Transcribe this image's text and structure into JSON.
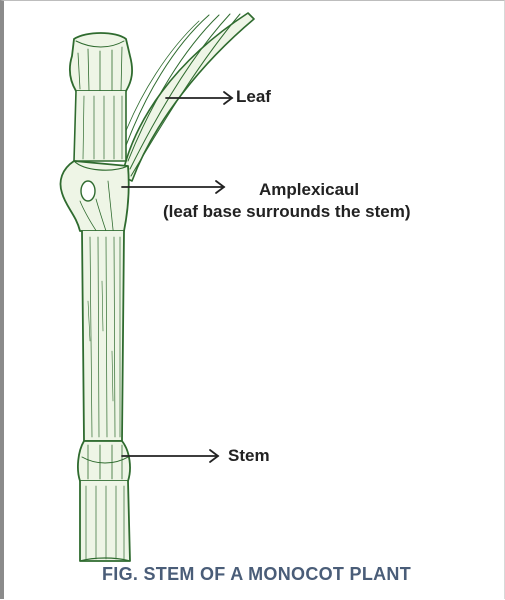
{
  "labels": {
    "leaf": "Leaf",
    "amplexicaul": "Amplexicaul",
    "amplexicaul_note": "(leaf base surrounds the stem)",
    "stem": "Stem"
  },
  "caption": "FIG. STEM OF A MONOCOT PLANT",
  "colors": {
    "drawing_stroke": "#2f6b2f",
    "drawing_fill": "#eef5e6",
    "caption_text": "#4a5d78",
    "label_text": "#222222",
    "arrow": "#222222"
  }
}
